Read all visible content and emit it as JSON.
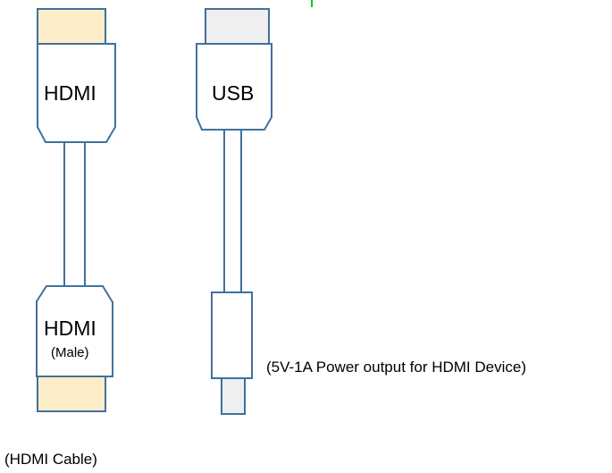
{
  "labels": {
    "hdmi_top": "HDMI",
    "usb_top": "USB",
    "hdmi_bottom": "HDMI",
    "hdmi_bottom_sub": "(Male)",
    "hdmi_caption": "(HDMI Cable)",
    "usb_caption": "(5V-1A Power output for HDMI Device)"
  },
  "colors": {
    "outline": "#41719c",
    "hdmi_tip_fill": "#fdeec9",
    "usb_tip_fill": "#efefef",
    "body_fill": "#ffffff",
    "marker": "#00cc00"
  }
}
